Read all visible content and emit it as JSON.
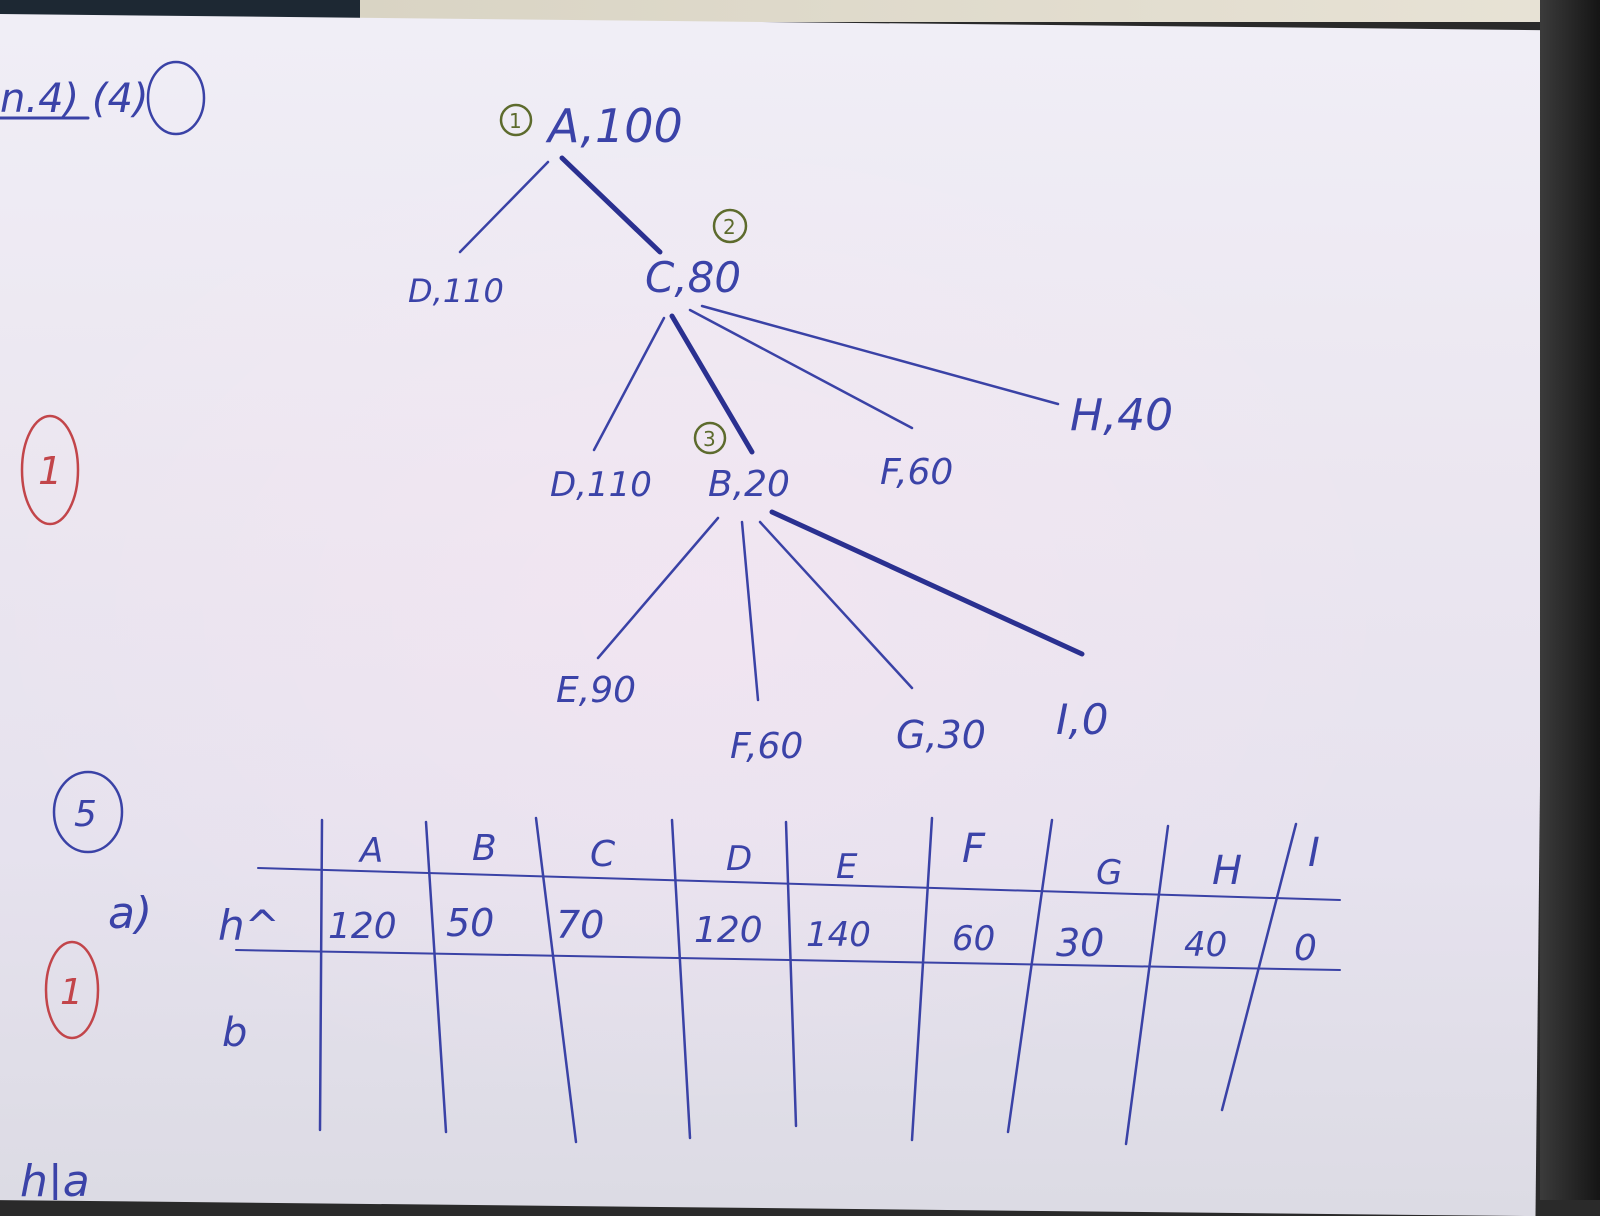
{
  "header_note": "n.4) (4)",
  "tree": {
    "nodes": [
      {
        "id": "a",
        "label": "A,100",
        "step": "1"
      },
      {
        "id": "d1",
        "label": "D,110"
      },
      {
        "id": "c",
        "label": "C,80",
        "step": "2"
      },
      {
        "id": "d2",
        "label": "D,110"
      },
      {
        "id": "b",
        "label": "B,20",
        "step": "3"
      },
      {
        "id": "f1",
        "label": "F,60"
      },
      {
        "id": "h",
        "label": "H,40"
      },
      {
        "id": "e",
        "label": "E,90"
      },
      {
        "id": "f2",
        "label": "F,60"
      },
      {
        "id": "g",
        "label": "G,30"
      },
      {
        "id": "i",
        "label": "I,0"
      }
    ]
  },
  "margin_marks": [
    "1",
    "5",
    "1"
  ],
  "table": {
    "row_label_a": "a)",
    "row_h": "h^",
    "row_b": "b",
    "headers": [
      "A",
      "B",
      "C",
      "D",
      "E",
      "F",
      "G",
      "H",
      "I"
    ],
    "values": [
      "120",
      "50",
      "70",
      "120",
      "140",
      "60",
      "30",
      "40",
      "0"
    ]
  },
  "bottom_scrawl": "h|a"
}
